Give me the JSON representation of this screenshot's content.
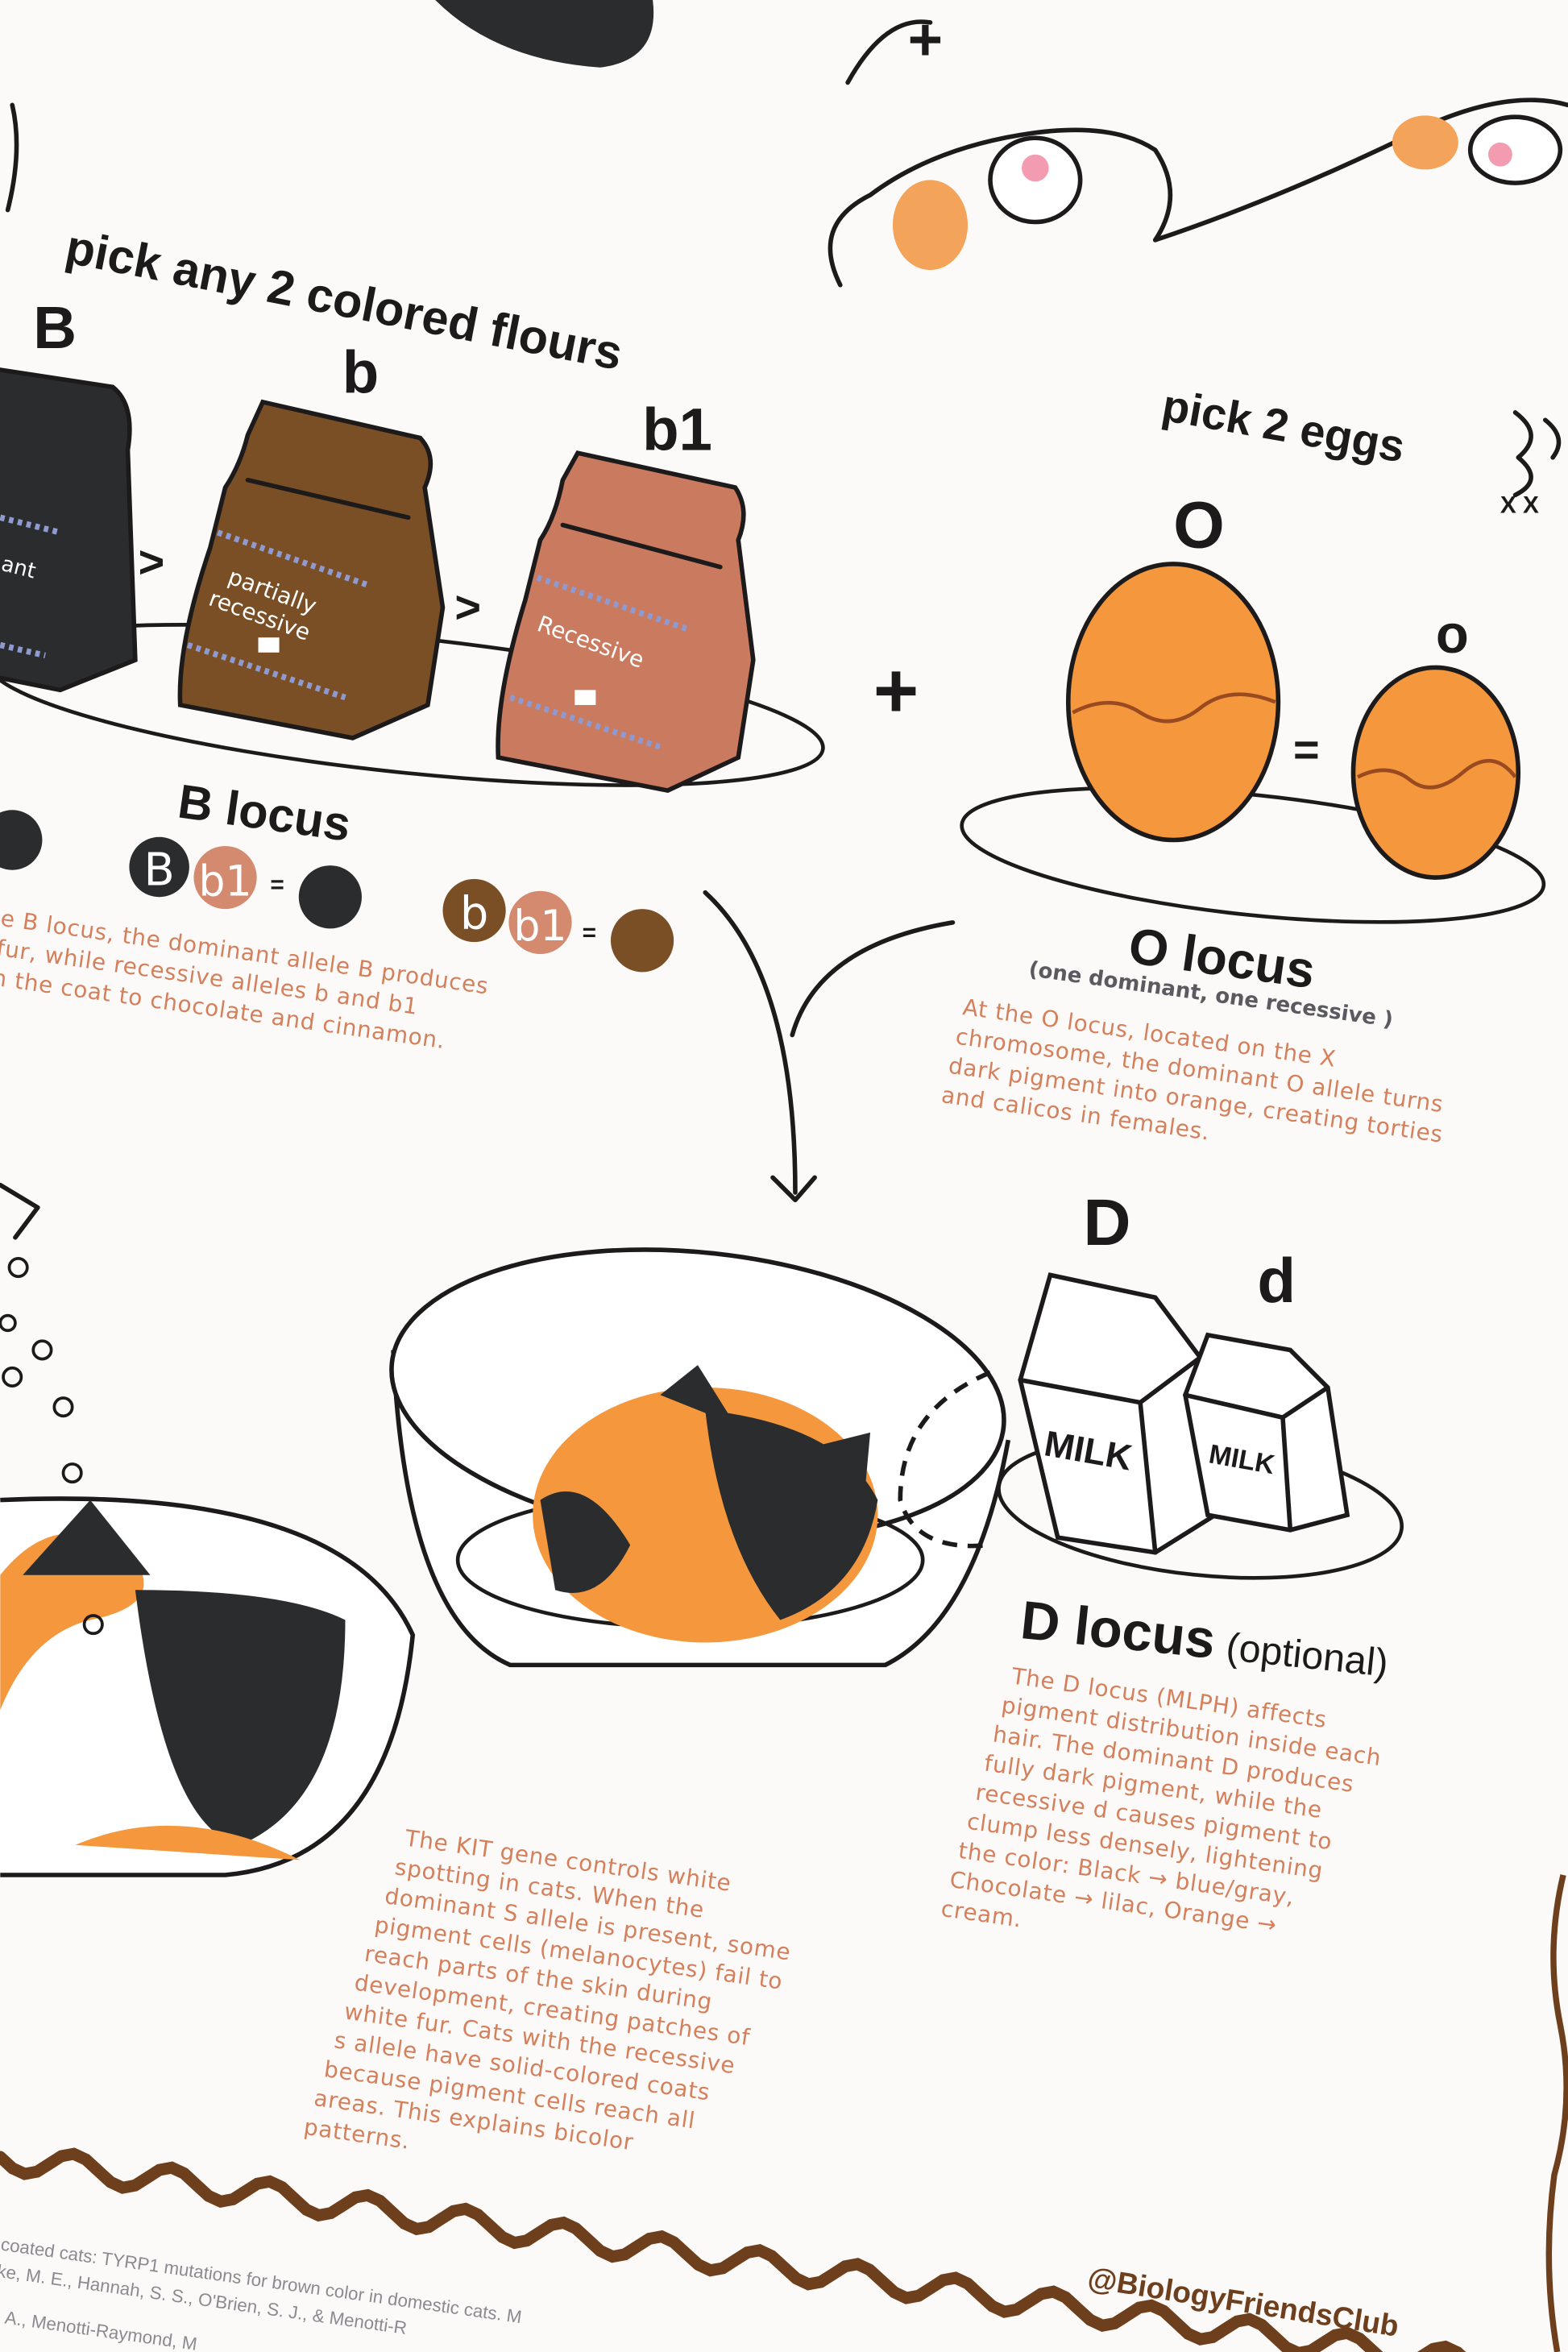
{
  "flours": {
    "heading": "pick any 2 colored flours",
    "bags": [
      {
        "allele": "B",
        "label": "ant",
        "color": "#2b2c2e"
      },
      {
        "allele": "b",
        "label_line1": "partially",
        "label_line2": "recessive",
        "color": "#7b4f25"
      },
      {
        "allele": "b1",
        "label": "Recessive",
        "color": "#c97a5f"
      }
    ],
    "dominance_symbol": ">"
  },
  "b_locus": {
    "title": "B locus",
    "combos": [
      {
        "a": "B",
        "b": "b1",
        "eq": "=",
        "result_color": "#2b2c2e"
      },
      {
        "a": "b",
        "b": "b1",
        "eq": "=",
        "result_color": "#7b4f25"
      }
    ],
    "text_lines": [
      "e B locus, the dominant allele B produces",
      " fur, while recessive alleles b and b1",
      "n the coat to chocolate and cinnamon."
    ]
  },
  "plus": "+",
  "eggs": {
    "heading": "pick 2 eggs",
    "chromosome_mark": "X X",
    "big_egg": "O",
    "small_egg": "o",
    "eq": "=",
    "egg_color": "#f4973d"
  },
  "o_locus": {
    "title": "O locus",
    "subtitle": "(one dominant, one recessive )",
    "text_lines": [
      "At the O locus, located on the X",
      "chromosome, the dominant O allele turns",
      "dark pigment into orange, creating torties",
      "and calicos in females."
    ]
  },
  "milk": {
    "big_label": "D",
    "small_label": "d",
    "carton_text": "MILK"
  },
  "d_locus": {
    "title": "D locus",
    "optional": "(optional)",
    "text_lines": [
      "The D locus (MLPH) affects",
      "pigment distribution inside each",
      "hair. The dominant D produces",
      "fully dark pigment, while the",
      "recessive d causes pigment to",
      "clump less densely, lightening",
      "the color: Black → blue/gray,",
      "Chocolate → lilac, Orange →",
      "cream."
    ]
  },
  "kit": {
    "text_lines": [
      "The KIT gene controls white",
      "spotting in cats. When the",
      "dominant S allele is present, some",
      "pigment cells (melanocytes) fail to",
      "reach parts of the skin during",
      "development, creating patches of",
      "white fur. Cats with the recessive",
      "s allele have solid-colored coats",
      "because pigment cells reach all",
      "areas. This explains bicolor",
      "patterns."
    ]
  },
  "references": [
    "coated cats: TYRP1 mutations for brown color in domestic cats. M",
    "ke, M. E., Hannah, S. S., O'Brien, S. J., & Menotti-R",
    "/. A., Menotti-Raymond, M"
  ],
  "credit": "@BiologyFriendsClub",
  "colors": {
    "text_accent": "#d5805c",
    "wave": "#6e3f1c",
    "orange": "#f4973d"
  }
}
